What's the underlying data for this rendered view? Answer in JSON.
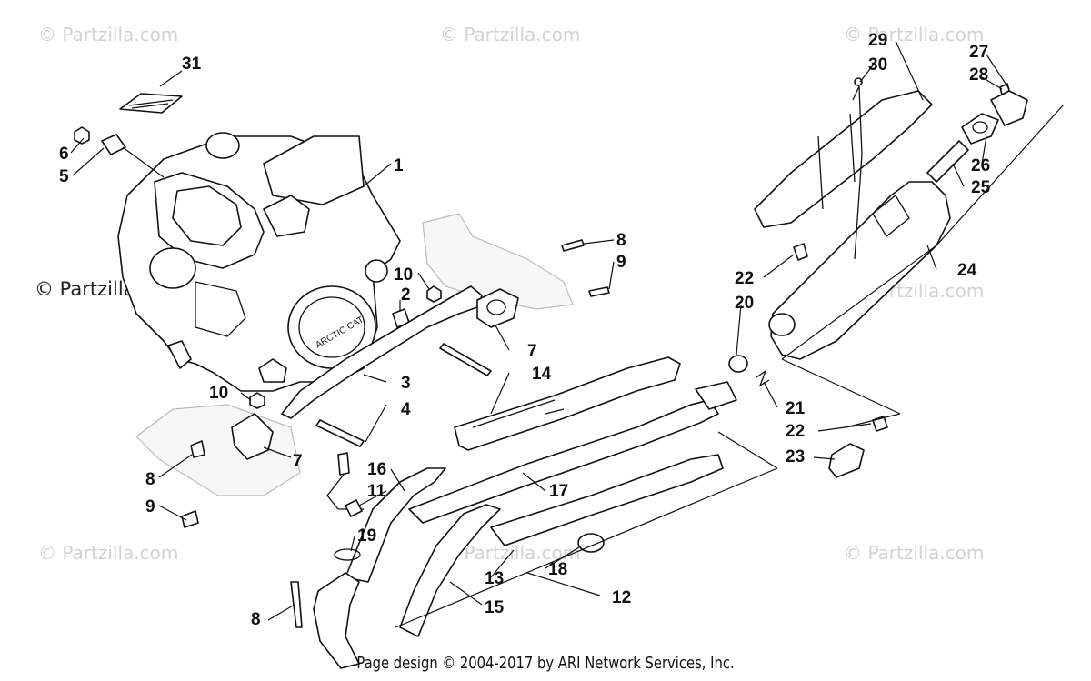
{
  "watermarks": {
    "tl": "© Partzilla.com",
    "tc": "© Partzilla.com",
    "tr": "© Partzilla.com",
    "ml": "© Partzilla.com",
    "mr": "© Partzilla.com",
    "bl": "© Partzilla.com",
    "bc": "© Partzilla.com",
    "br": "© Partzilla.com"
  },
  "footer": "Page design © 2004-2017 by ARI Network Services, Inc.",
  "callouts": [
    "31",
    "6",
    "5",
    "1",
    "10",
    "2",
    "3",
    "4",
    "10",
    "7",
    "8",
    "9",
    "8",
    "9",
    "7",
    "14",
    "16",
    "11",
    "19",
    "8",
    "17",
    "13",
    "18",
    "15",
    "12",
    "29",
    "30",
    "27",
    "28",
    "26",
    "25",
    "22",
    "24",
    "20",
    "21",
    "22",
    "23"
  ]
}
